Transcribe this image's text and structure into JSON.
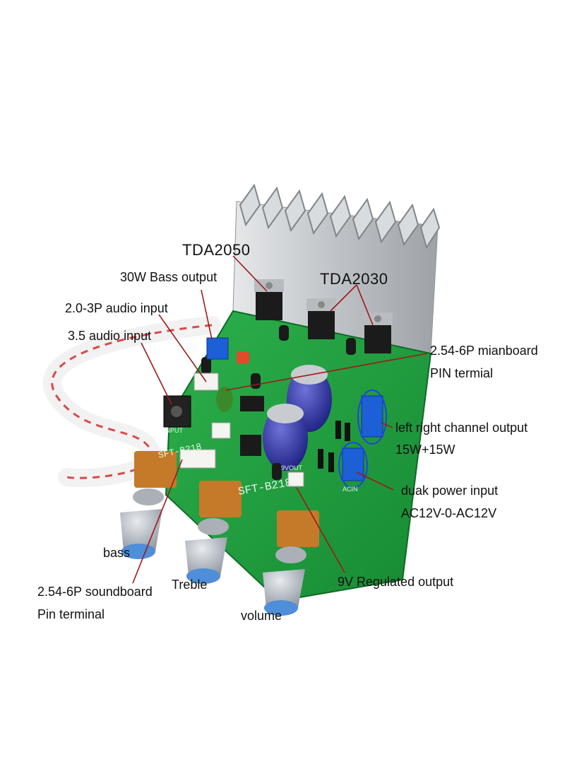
{
  "labels": {
    "tda2050": "TDA2050",
    "tda2030": "TDA2030",
    "bass_output": "30W Bass output",
    "audio_input_3p": "2.0-3P audio input",
    "audio_input_35": "3.5 audio input",
    "mainboard_pin_1": "2.54-6P mianboard",
    "mainboard_pin_2": "PIN termial",
    "channel_output_1": "left right channel output",
    "channel_output_2": "15W+15W",
    "power_input_1": "duak power input",
    "power_input_2": "AC12V-0-AC12V",
    "regulated_output": "9V Regulated output",
    "bass": "bass",
    "treble": "Treble",
    "volume": "volume",
    "soundboard_pin_1": "2.54-6P soundboard",
    "soundboard_pin_2": "Pin terminal"
  },
  "board": {
    "silkscreen_model": "SFT-B218",
    "silkscreen_model_2": "SFT-B218",
    "input_mark": "INPUT",
    "acin_mark": "ACIN",
    "out_mark": "9VOUT"
  },
  "colors": {
    "pcb": "#1f9a3c",
    "heatsink": "#c9ccd0",
    "annotation": "#a01818",
    "terminal_blue": "#1c5fd6"
  }
}
